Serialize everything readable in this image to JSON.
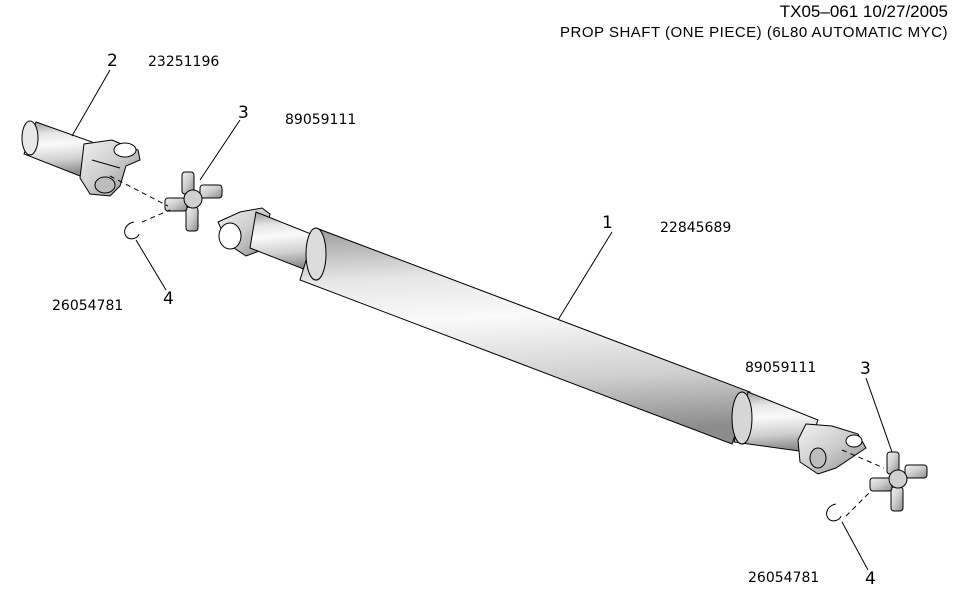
{
  "header": {
    "diagram_id": "TX05–061  10/27/2005",
    "title": "PROP SHAFT (ONE PIECE) (6L80 AUTOMATIC MYC)"
  },
  "parts": [
    {
      "callout": "1",
      "part_number": "22845689"
    },
    {
      "callout": "2",
      "part_number": "23251196"
    },
    {
      "callout": "3",
      "part_number": "89059111"
    },
    {
      "callout": "4",
      "part_number": "26054781"
    },
    {
      "callout": "3",
      "part_number": "89059111"
    },
    {
      "callout": "4",
      "part_number": "26054781"
    }
  ],
  "colors": {
    "tube_light": "#f4f4f4",
    "tube_mid": "#d8d8d8",
    "tube_dark": "#9a9a9a",
    "line": "#000000"
  }
}
